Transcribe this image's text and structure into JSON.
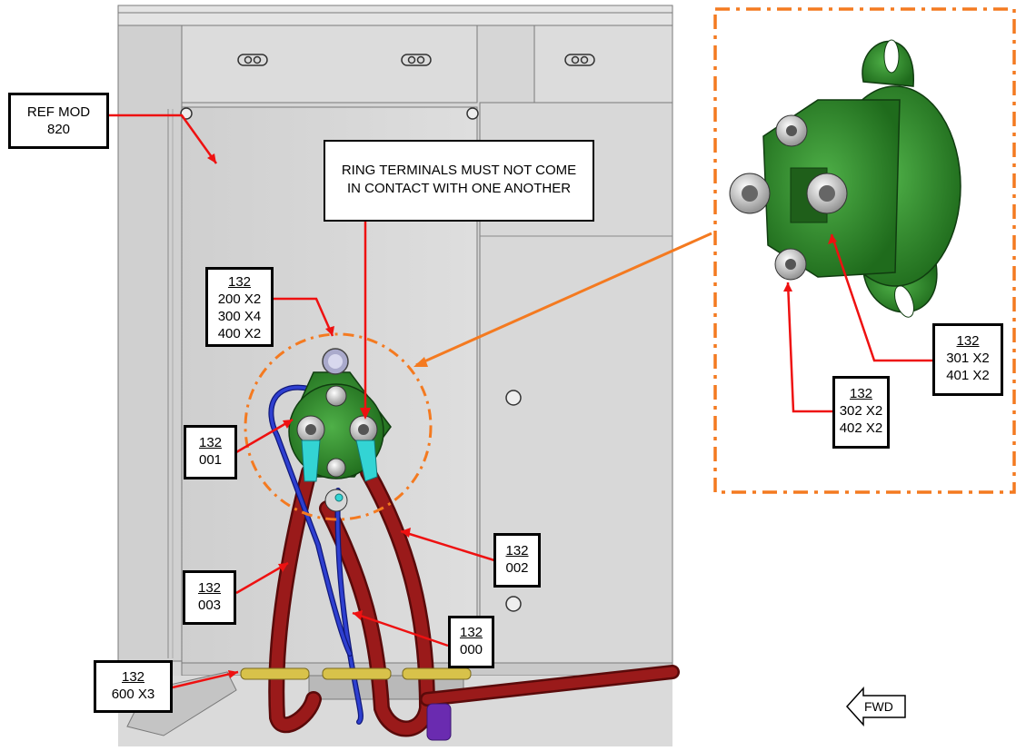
{
  "colors": {
    "panel": "#d9d9d9",
    "panel_dark": "#b7b7b7",
    "leader_red": "#ee1111",
    "zoom_orange": "#f47a20",
    "solenoid_green": "#2f8a2a",
    "cable_red": "#8e1414",
    "cable_blue": "#1f2fb0",
    "terminal_cyan": "#33d4d4",
    "clamp_yellow": "#d8c24a",
    "purple": "#6a2bb0"
  },
  "icons": {
    "fwd_arrow": "arrow-left-outline-icon"
  },
  "callouts": {
    "ref_mod": {
      "lines": [
        "REF MOD",
        "820"
      ]
    },
    "c200": {
      "number": "132",
      "lines": [
        "200 X2",
        "300 X4",
        "400 X2"
      ]
    },
    "c001": {
      "number": "132",
      "lines": [
        "001"
      ]
    },
    "c003": {
      "number": "132",
      "lines": [
        "003"
      ]
    },
    "c002": {
      "number": "132",
      "lines": [
        "002"
      ]
    },
    "c000": {
      "number": "132",
      "lines": [
        "000"
      ]
    },
    "c600": {
      "number": "132",
      "lines": [
        "600 X3"
      ]
    },
    "c301": {
      "number": "132",
      "lines": [
        "301 X2",
        "401 X2"
      ]
    },
    "c302": {
      "number": "132",
      "lines": [
        "302 X2",
        "402 X2"
      ]
    }
  },
  "note": {
    "line1": "RING TERMINALS MUST NOT COME",
    "line2": "IN CONTACT WITH ONE ANOTHER"
  },
  "fwd": {
    "label": "FWD"
  }
}
